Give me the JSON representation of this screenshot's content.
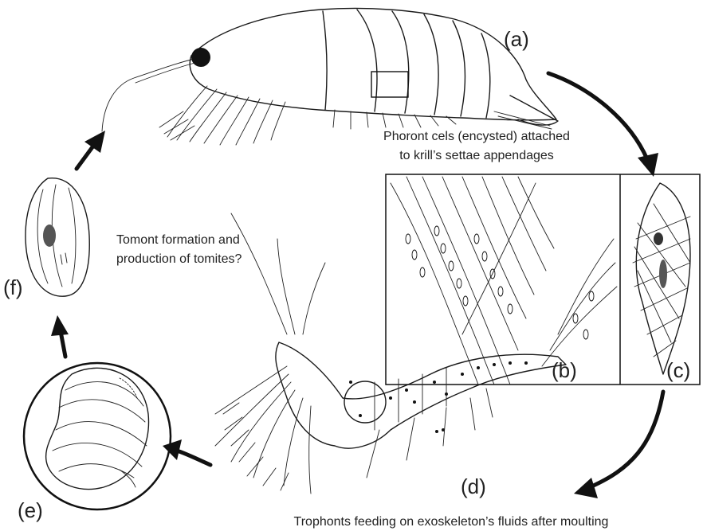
{
  "labels": {
    "a": "(a)",
    "b": "(b)",
    "c": "(c)",
    "d": "(d)",
    "e": "(e)",
    "f": "(f)"
  },
  "captions": {
    "phoront_line1": "Phoront cels (encysted) attached",
    "phoront_line2": "to krill’s settae appendages",
    "tomont_line1": "Tomont formation and",
    "tomont_line2": "production of tomites?",
    "trophont": "Trophonts feeding on exoskeleton’s fluids after moulting"
  },
  "colors": {
    "ink": "#111111",
    "background": "#ffffff"
  }
}
